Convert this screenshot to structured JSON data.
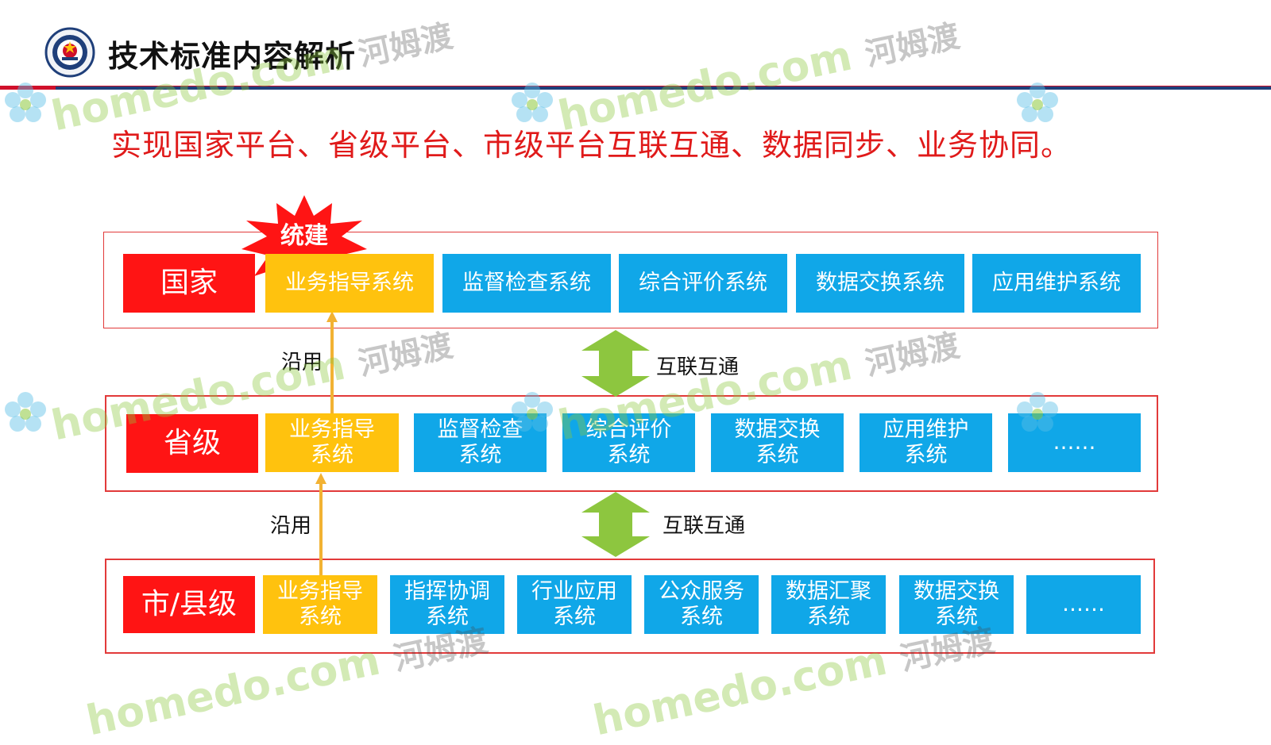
{
  "header": {
    "title": "技术标准内容解析"
  },
  "subtitle": "实现国家平台、省级平台、市级平台互联互通、数据同步、业务协同。",
  "burst": {
    "label": "统建"
  },
  "national": {
    "level": "国家",
    "systems": [
      "业务指导系统",
      "监督检查系统",
      "综合评价系统",
      "数据交换系统",
      "应用维护系统"
    ]
  },
  "provincial": {
    "level": "省级",
    "systems": [
      "业务指导\n系统",
      "监督检查\n系统",
      "综合评价\n系统",
      "数据交换\n系统",
      "应用维护\n系统",
      "……"
    ]
  },
  "city": {
    "level": "市/县级",
    "systems": [
      "业务指导\n系统",
      "指挥协调\n系统",
      "行业应用\n系统",
      "公众服务\n系统",
      "数据汇聚\n系统",
      "数据交换\n系统",
      "……"
    ]
  },
  "links": {
    "reuse_upper": "沿用",
    "reuse_lower": "沿用",
    "interconnect_upper": "互联互通",
    "interconnect_lower": "互联互通"
  },
  "watermark": {
    "latin": "homedo.com",
    "cn": "河姆渡"
  },
  "colors": {
    "level_red": "#ff1414",
    "gold": "#ffc20e",
    "blue": "#10a7e8",
    "arrow_green": "#8dc63f",
    "reuse_arrow": "#f2b233",
    "frame_red": "#e23a3a",
    "subtitle_red": "#e01a1a"
  },
  "icons": [
    "emblem-icon",
    "burst-star-icon",
    "double-arrow-icon",
    "up-arrow-icon",
    "flower-icon"
  ]
}
